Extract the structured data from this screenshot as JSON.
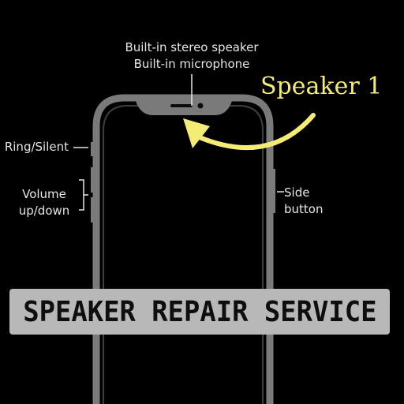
{
  "labels": {
    "top_line1": "Built-in stereo speaker",
    "top_line2": "Built-in microphone",
    "ring_silent": "Ring/Silent",
    "volume_line1": "Volume",
    "volume_line2": "up/down",
    "side_line1": "Side",
    "side_line2": "button"
  },
  "callout": {
    "text": "Speaker 1",
    "color": "#f4ec74"
  },
  "banner": {
    "text": "SPEAKER REPAIR SERVICE"
  },
  "colors": {
    "background": "#000000",
    "phone_outline": "#7a7a7a",
    "label_text": "#e6e6e6",
    "banner_bg": "#b8b8b8"
  }
}
